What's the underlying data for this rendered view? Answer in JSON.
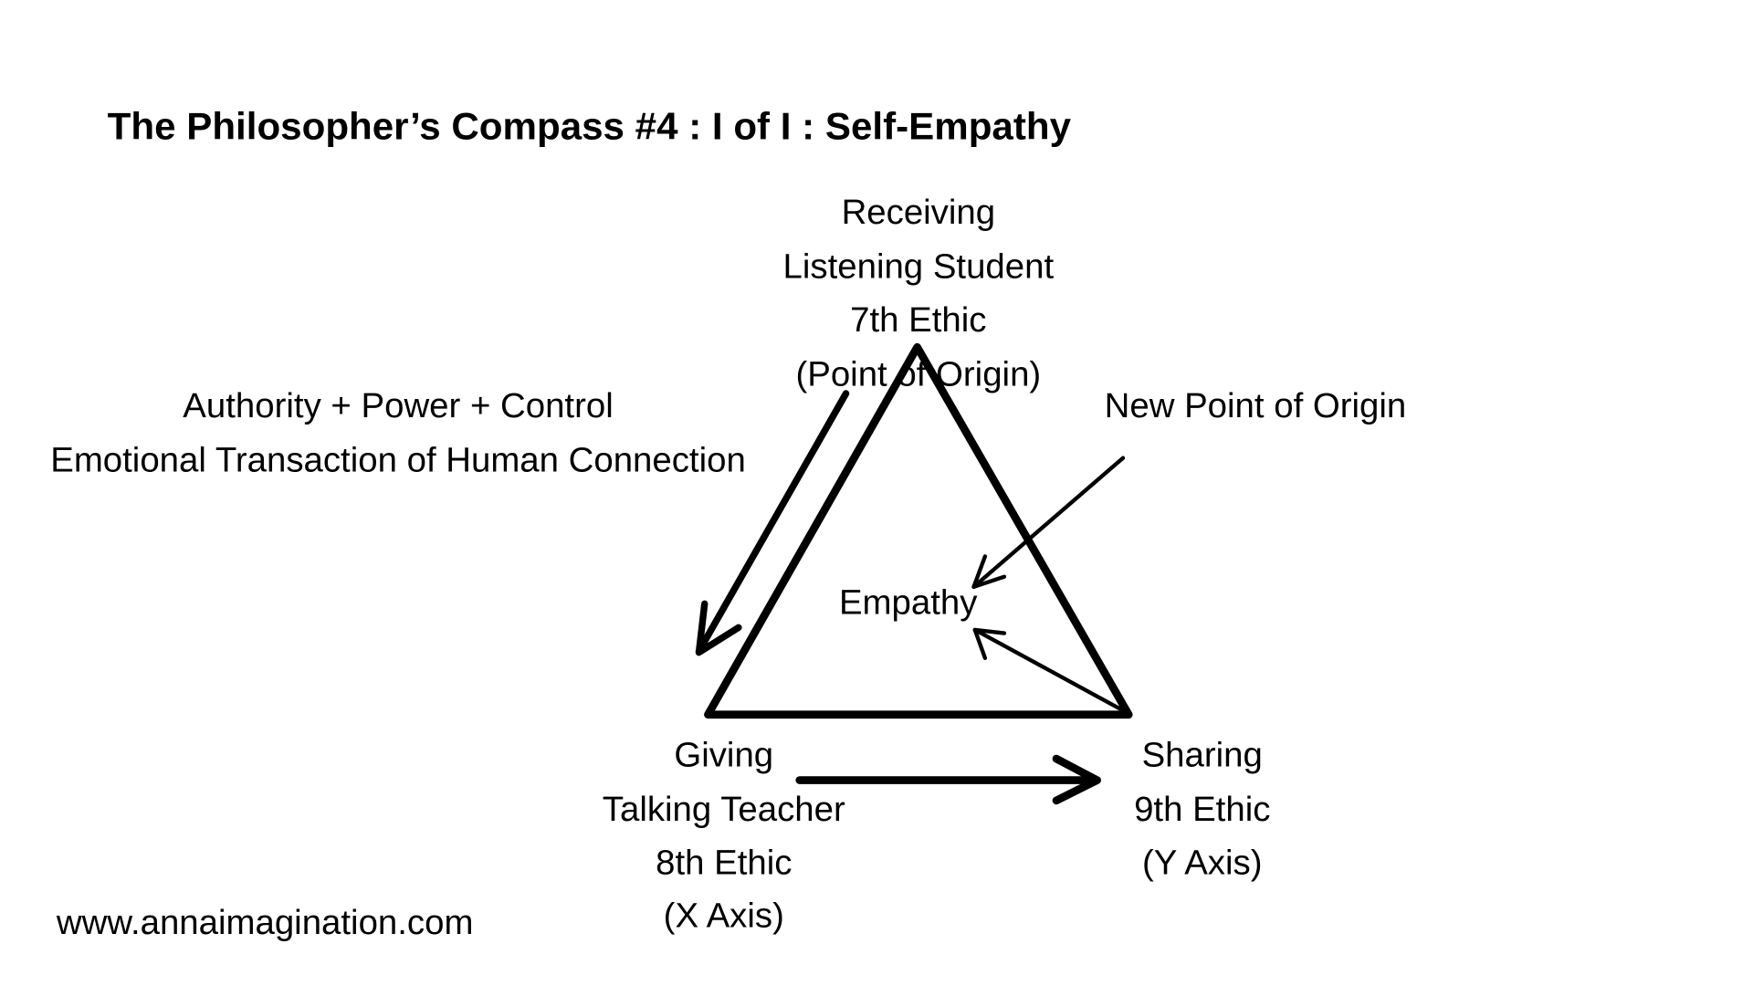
{
  "title": "The Philosopher’s Compass #4 : I of I : Self-Empathy",
  "colors": {
    "ink": "#000000",
    "background": "#ffffff"
  },
  "nodes": {
    "top": [
      "Receiving",
      "Listening Student",
      "7th Ethic",
      "(Point of Origin)"
    ],
    "bottom_left": [
      "Giving",
      "Talking Teacher",
      "8th Ethic",
      "(X Axis)"
    ],
    "bottom_right": [
      "Sharing",
      "9th Ethic",
      "(Y Axis)"
    ],
    "center": "Empathy"
  },
  "annotations": {
    "left": [
      "Authority + Power + Control",
      "Emotional Transaction of Human Connection"
    ],
    "right": "New Point of Origin"
  },
  "footer": {
    "website": "www.annaimagination.com"
  },
  "edges": [
    {
      "from": "top",
      "to": "bottom_left",
      "label": "Authority + Power + Control"
    },
    {
      "from": "bottom_left",
      "to": "bottom_right"
    },
    {
      "from": "new_point_of_origin",
      "to": "center"
    },
    {
      "from": "bottom_right",
      "to": "center"
    }
  ]
}
